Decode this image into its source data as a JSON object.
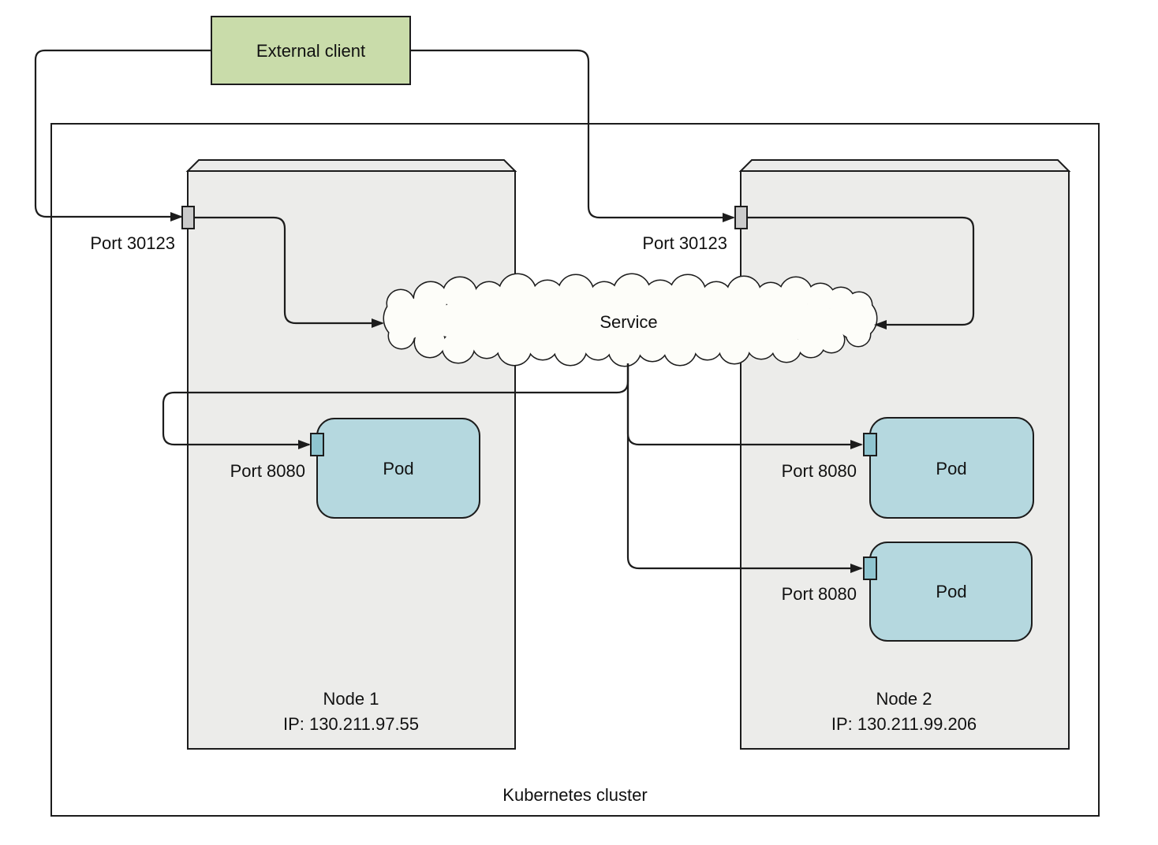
{
  "external_client": {
    "label": "External client"
  },
  "service": {
    "label": "Service"
  },
  "cluster": {
    "label": "Kubernetes cluster"
  },
  "nodes": [
    {
      "name": "Node 1",
      "ip": "IP: 130.211.97.55",
      "node_port": "Port 30123",
      "pods": [
        {
          "label": "Pod",
          "port": "Port 8080"
        }
      ]
    },
    {
      "name": "Node 2",
      "ip": "IP: 130.211.99.206",
      "node_port": "Port 30123",
      "pods": [
        {
          "label": "Pod",
          "port": "Port 8080"
        },
        {
          "label": "Pod",
          "port": "Port 8080"
        }
      ]
    }
  ],
  "colors": {
    "client_green": "#c9dcaa",
    "node_gray": "#ececea",
    "pod_blue": "#b5d8df",
    "pod_port_teal": "#8fc5d0",
    "node_port_gray": "#cbcbcb",
    "cloud_white": "#fdfdf9",
    "line_black": "#1c1c1c"
  }
}
